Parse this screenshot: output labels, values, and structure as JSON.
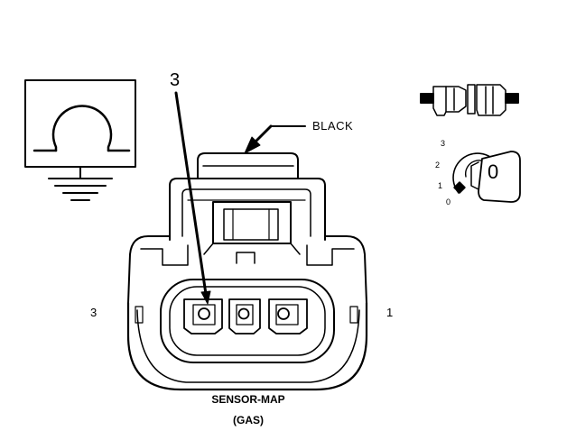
{
  "callout": {
    "pin_label": "3",
    "color_label": "BLACK"
  },
  "sides": {
    "left": "3",
    "right": "1"
  },
  "caption": {
    "line1": "SENSOR-MAP",
    "line2": "(GAS)"
  },
  "ignition": {
    "positions": [
      "3",
      "2",
      "1",
      "0"
    ],
    "key_label": "0"
  },
  "icons": {
    "ohmmeter": "ohm-meter-icon",
    "ground": "ground-symbol-icon",
    "connector_view": "connector-view-icon",
    "ignition_key": "ignition-key-icon"
  }
}
